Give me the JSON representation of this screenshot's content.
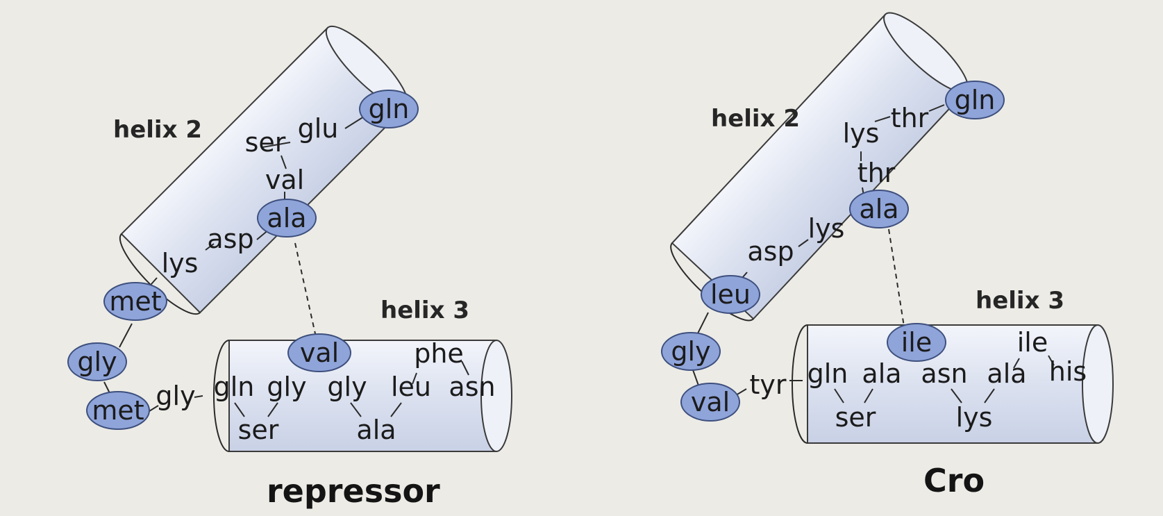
{
  "repressor": {
    "title": "repressor",
    "helix2_label": "helix 2",
    "helix3_label": "helix 3",
    "residues": {
      "gln": "gln",
      "glu": "glu",
      "ser": "ser",
      "val": "val",
      "ala": "ala",
      "asp": "asp",
      "lys": "lys",
      "met1": "met",
      "gly1": "gly",
      "met2": "met",
      "gly2": "gly",
      "h3_val": "val",
      "h3_gln": "gln",
      "h3_gly1": "gly",
      "h3_ser": "ser",
      "h3_gly2": "gly",
      "h3_ala": "ala",
      "h3_leu": "leu",
      "h3_phe": "phe",
      "h3_asn": "asn"
    }
  },
  "cro": {
    "title": "Cro",
    "helix2_label": "helix 2",
    "helix3_label": "helix 3",
    "residues": {
      "gln": "gln",
      "thr1": "thr",
      "lys1": "lys",
      "thr2": "thr",
      "ala": "ala",
      "lys2": "lys",
      "asp": "asp",
      "leu": "leu",
      "gly": "gly",
      "val": "val",
      "tyr": "tyr",
      "h3_ile1": "ile",
      "h3_gln": "gln",
      "h3_ala1": "ala",
      "h3_ser": "ser",
      "h3_asn": "asn",
      "h3_lys": "lys",
      "h3_ala2": "ala",
      "h3_ile2": "ile",
      "h3_his": "his"
    }
  },
  "colors": {
    "highlight_oval": "#8fa4d9",
    "cylinder": "#d8deec",
    "background": "#ecebe6"
  }
}
